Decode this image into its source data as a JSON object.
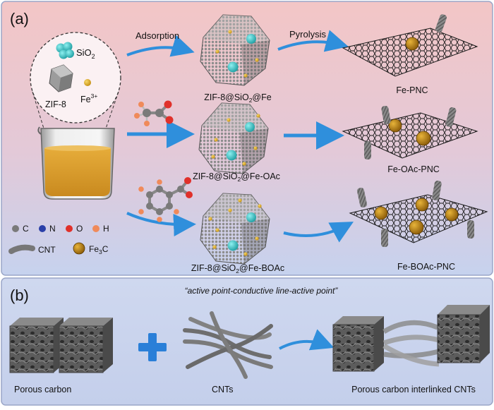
{
  "panel_a": {
    "label": "(a)",
    "steps": {
      "adsorption": "Adsorption",
      "pyrolysis": "Pyrolysis"
    },
    "precursors": {
      "sio2": "SiO",
      "sio2_sub": "2",
      "zif8": "ZIF-8",
      "fe": "Fe",
      "fe_sup": "3+"
    },
    "intermediates": {
      "row1": {
        "prefix": "ZIF-8@SiO",
        "sub": "2",
        "suffix": "@Fe"
      },
      "row2": {
        "prefix": "ZIF-8@SiO",
        "sub": "2",
        "suffix": "@Fe-OAc"
      },
      "row3": {
        "prefix": "ZIF-8@SiO",
        "sub": "2",
        "suffix": "@Fe-BOAc"
      }
    },
    "products": {
      "row1": "Fe-PNC",
      "row2": "Fe-OAc-PNC",
      "row3": "Fe-BOAc-PNC"
    },
    "legend": {
      "c": "C",
      "n": "N",
      "o": "O",
      "h": "H",
      "cnt": "CNT",
      "fe3c": "Fe",
      "fe3c_sub": "3",
      "fe3c_suffix": "C"
    }
  },
  "panel_b": {
    "label": "(b)",
    "title": "“active point-conductive line-active point”",
    "captions": {
      "porous_carbon": "Porous carbon",
      "cnts": "CNTs",
      "interlinked": "Porous carbon interlinked CNTs"
    }
  },
  "colors": {
    "panel_a_top": "#f3c4c4",
    "panel_a_bottom": "#c9d4ec",
    "panel_b_bg": "#cdd7ee",
    "arrow_blue": "#2f8fdc",
    "fe_gold": "#e9b52b",
    "sio2_teal": "#3bc5c7",
    "carbon_grey": "#7a7a7a",
    "nitrogen_blue": "#2a3fa8",
    "oxygen_red": "#e0302a",
    "hydrogen_orange": "#f08a5a",
    "liquid_amber": "#d89a28",
    "cross_blue": "#2a7fd8"
  },
  "icons": [
    "beaker-icon",
    "zif8-polyhedron-icon",
    "carbon-sheet-icon",
    "acetate-molecule-icon",
    "benzoate-molecule-icon",
    "cnt-tube-icon",
    "fe3c-particle-icon",
    "plus-icon"
  ]
}
